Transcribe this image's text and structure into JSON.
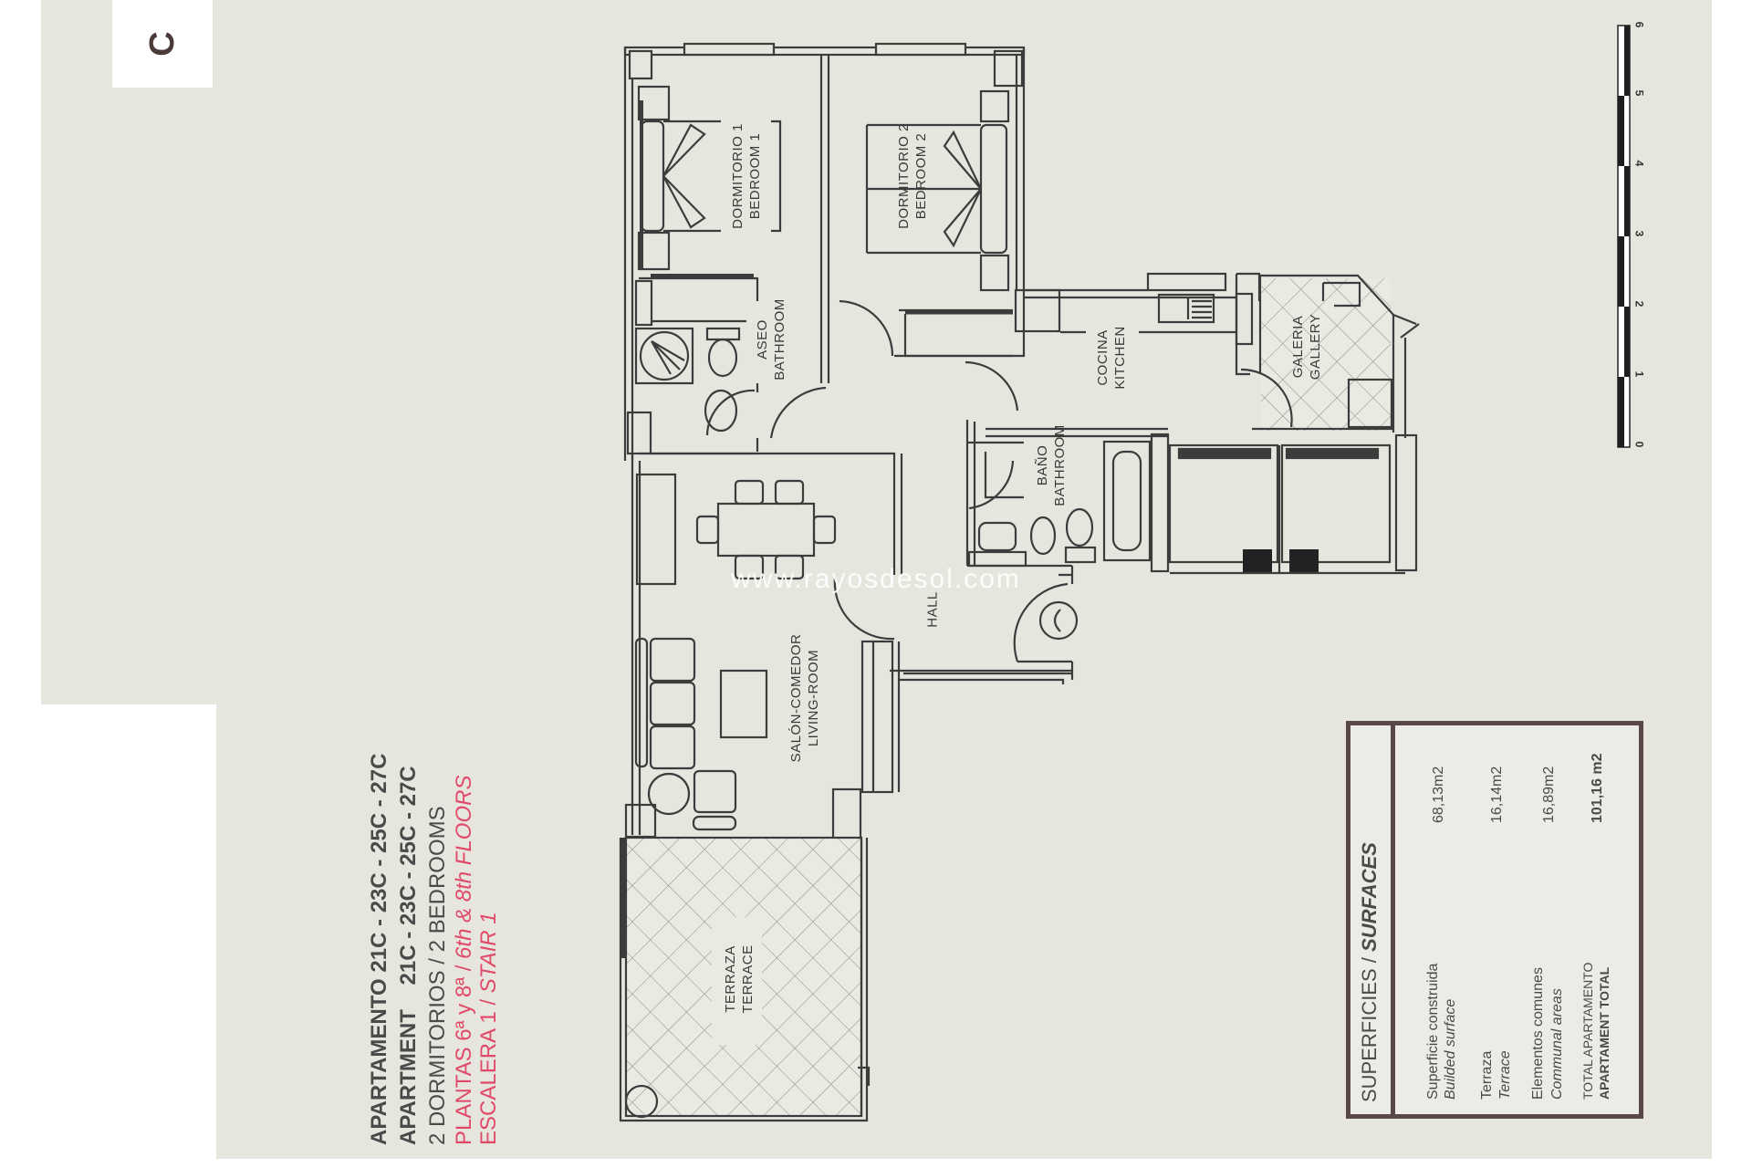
{
  "sheet": {
    "block_letter": "C",
    "watermark": "www.rayosdesol.com"
  },
  "title": {
    "line1_label": "APARTAMENTO",
    "line1_units": "21C - 23C - 25C - 27C",
    "line2_label": "APARTMENT",
    "line2_units": "21C - 23C - 25C - 27C",
    "line3": "2 DORMITORIOS / 2 BEDROOMS",
    "line4_es": "PLANTAS 6ª y 8ª / ",
    "line4_en": "6th & 8th FLOORS",
    "line5_es": "ESCALERA 1 / ",
    "line5_en": "STAIR 1",
    "accent_color": "#e04a68"
  },
  "rooms": [
    {
      "id": "bedroom1",
      "es": "DORMITORIO 1",
      "en": "BEDROOM 1"
    },
    {
      "id": "bedroom2",
      "es": "DORMITORIO 2",
      "en": "BEDROOM 2"
    },
    {
      "id": "aseo",
      "es": "ASEO",
      "en": "BATHROOM"
    },
    {
      "id": "kitchen",
      "es": "COCINA",
      "en": "KITCHEN"
    },
    {
      "id": "gallery",
      "es": "GALERIA",
      "en": "GALLERY"
    },
    {
      "id": "bath",
      "es": "BAÑO",
      "en": "BATHROOM"
    },
    {
      "id": "hall",
      "es": "HALL",
      "en": ""
    },
    {
      "id": "living",
      "es": "SALÓN-COMEDOR",
      "en": "LIVING-ROOM"
    },
    {
      "id": "terrace",
      "es": "TERRAZA",
      "en": "TERRACE"
    }
  ],
  "surfaces": {
    "heading_es": "SUPERFICIES / ",
    "heading_en": "SURFACES",
    "rows": [
      {
        "label_es": "Superficie construida",
        "label_en": "Builded surface",
        "value": "68,13m2"
      },
      {
        "label_es": "Terraza",
        "label_en": "Terrace",
        "value": "16,14m2"
      },
      {
        "label_es": "Elementos comunes",
        "label_en": "Communal areas",
        "value": "16,89m2"
      },
      {
        "label_es": "TOTAL APARTAMENTO",
        "label_en": "APARTAMENT TOTAL",
        "value": "101,16 m2"
      }
    ],
    "border_color": "#5a4848"
  },
  "scale_bar": {
    "labels": [
      "0",
      "1",
      "2",
      "3",
      "4",
      "5",
      "6"
    ],
    "unit_hint": "m"
  }
}
